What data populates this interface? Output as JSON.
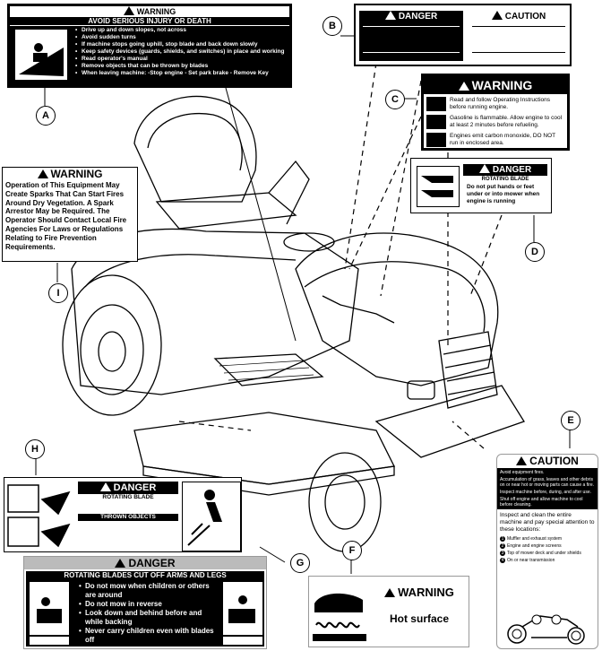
{
  "callouts": {
    "a": "A",
    "b": "B",
    "c": "C",
    "d": "D",
    "e": "E",
    "f": "F",
    "g": "G",
    "h": "H",
    "i": "I"
  },
  "decal_a": {
    "title": "WARNING",
    "subtitle": "AVOID SERIOUS INJURY OR DEATH",
    "items": [
      "Drive up and down slopes, not across",
      "Avoid sudden turns",
      "If machine stops going uphill, stop blade and back down slowly",
      "Keep safety devices (guards, shields, and switches) in place and working",
      "Read operator's manual",
      "Remove objects that can be thrown by blades",
      "When leaving machine: -Stop engine - Set park brake - Remove Key"
    ]
  },
  "decal_b": {
    "danger": "DANGER",
    "caution": "CAUTION"
  },
  "decal_c": {
    "title": "WARNING",
    "items": [
      "Read and follow Operating Instructions before running engine.",
      "Gasoline is flammable. Allow engine to cool at least 2 minutes before refueling.",
      "Engines emit carbon monoxide, DO NOT run in enclosed area."
    ]
  },
  "decal_d": {
    "title": "DANGER",
    "sub": "ROTATING BLADE",
    "text": "Do not put hands or feet under or into mower when engine is running"
  },
  "decal_i": {
    "title": "WARNING",
    "text": "Operation of This Equipment May Create Sparks That Can Start Fires Around Dry Vegetation. A Spark Arrestor May be Required. The Operator Should Contact Local Fire Agencies For Laws or Regulations Relating to Fire Prevention Requirements."
  },
  "decal_e": {
    "title": "CAUTION",
    "lines": [
      "Avoid equipment fires.",
      "Accumulation of grass, leaves and other debris on or near hot or moving parts can cause a fire.",
      "Inspect machine before, during, and after use.",
      "Shut off engine and allow machine to cool before cleaning."
    ],
    "inspect": "Inspect and clean the entire machine and pay special attention to these locations:",
    "locations": [
      {
        "n": "1",
        "text": "Muffler and exhaust system"
      },
      {
        "n": "2",
        "text": "Engine and engine screens"
      },
      {
        "n": "3",
        "text": "Top of mower deck and under shields"
      },
      {
        "n": "4",
        "text": "On or near transmission"
      }
    ]
  },
  "decal_h": {
    "title": "DANGER",
    "sub1": "ROTATING BLADE",
    "sub2": "THROWN OBJECTS"
  },
  "decal_f": {
    "title": "WARNING",
    "text": "Hot surface"
  },
  "decal_g": {
    "title": "DANGER",
    "sub": "ROTATING BLADES CUT OFF ARMS AND LEGS",
    "items": [
      "Do not mow when children or others are around",
      "Do not mow in reverse",
      "Look down and behind before and while backing",
      "Never carry children even with blades off"
    ]
  }
}
